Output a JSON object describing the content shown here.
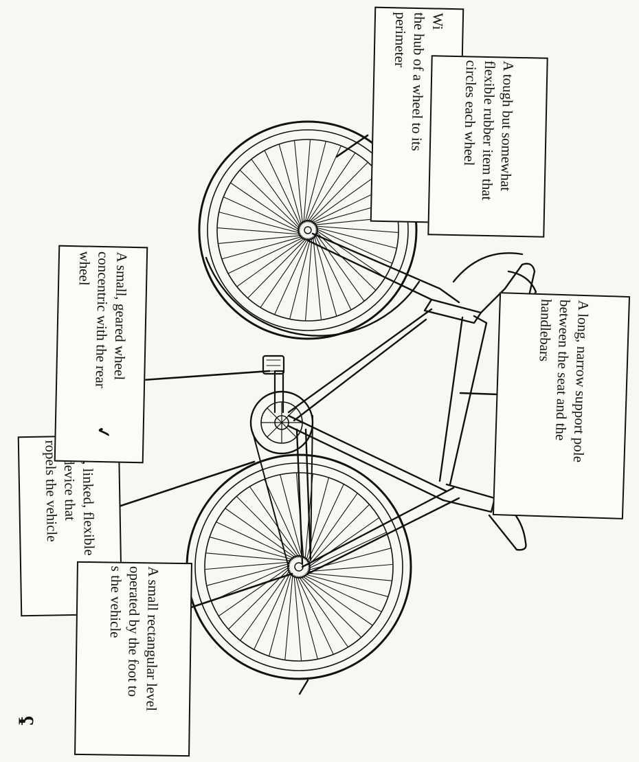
{
  "labels": {
    "spokes": {
      "lines": [
        "Wire spokes running from",
        "the hub of a wheel to its",
        "perimeter"
      ],
      "visible_lines": [
        "Wi",
        "the hub of a wheel to its",
        "perimeter"
      ]
    },
    "tire": {
      "lines": [
        "A tough but somewhat",
        "flexible rubber item that",
        "circles each wheel"
      ]
    },
    "frame_bar": {
      "lines": [
        "A long, narrow support pole",
        "between the seat and the",
        "handlebars"
      ]
    },
    "sprocket": {
      "lines": [
        "A small, geared wheel",
        "concentric with the rear",
        "wheel"
      ]
    },
    "chain": {
      "lines": [
        "A long, linked, flexible",
        "metal device that",
        "propels the vehicle"
      ],
      "visible_lines": [
        "ong, linked, flexible",
        "tal device that",
        "ropels the vehicle"
      ]
    },
    "pedal": {
      "lines": [
        "A small rectangular level",
        "operated by the foot to",
        "propels the vehicle"
      ],
      "visible_lines": [
        "A small rectangular level",
        "operated by the foot to",
        "s the vehicle"
      ]
    }
  },
  "marks": {
    "check": "✓",
    "corner": "ʢ"
  },
  "colors": {
    "ink": "#111111",
    "paper": "#fbfbf8",
    "background": "#f7f7f4"
  }
}
